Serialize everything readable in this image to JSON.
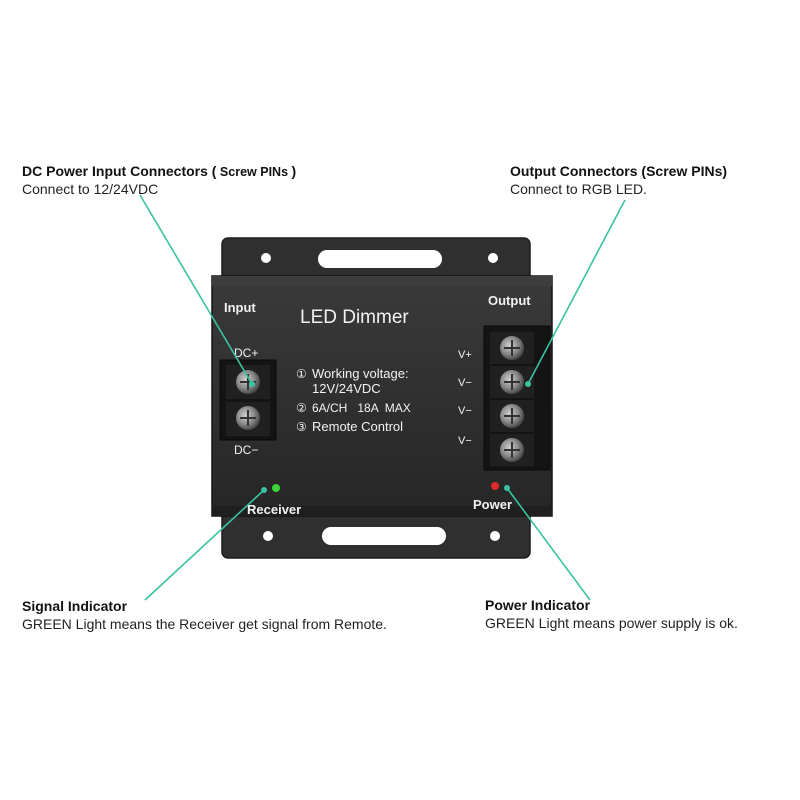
{
  "callouts": {
    "dc_input": {
      "title_main": "DC Power Input Connectors (",
      "title_small": " Screw PINs ",
      "title_end": ")",
      "desc": "Connect to 12/24VDC"
    },
    "output": {
      "title": "Output Connectors (Screw PINs)",
      "desc": "Connect to RGB LED."
    },
    "signal": {
      "title": "Signal Indicator",
      "desc": "GREEN Light means the Receiver get signal from Remote."
    },
    "power": {
      "title": "Power Indicator",
      "desc": "GREEN Light means power supply is ok."
    }
  },
  "device": {
    "name": "LED Dimmer",
    "input_label": "Input",
    "output_label": "Output",
    "dc_plus": "DC+",
    "dc_minus": "DC−",
    "output_pins": [
      "V+",
      "V−",
      "V−",
      "V−"
    ],
    "specs": [
      {
        "num": "①",
        "text": "Working voltage:"
      },
      {
        "num": "",
        "text": "12V/24VDC"
      },
      {
        "num": "②",
        "text": "6A/CH   18A  MAX"
      },
      {
        "num": "③",
        "text": "Remote Control"
      }
    ],
    "receiver_label": "Receiver",
    "power_label": "Power"
  },
  "colors": {
    "leader_line": "#39c3a0",
    "device_body": "#2b2b2b",
    "terminal_block": "#161616",
    "led_green": "#3ad33a",
    "led_red": "#e02a2a"
  }
}
